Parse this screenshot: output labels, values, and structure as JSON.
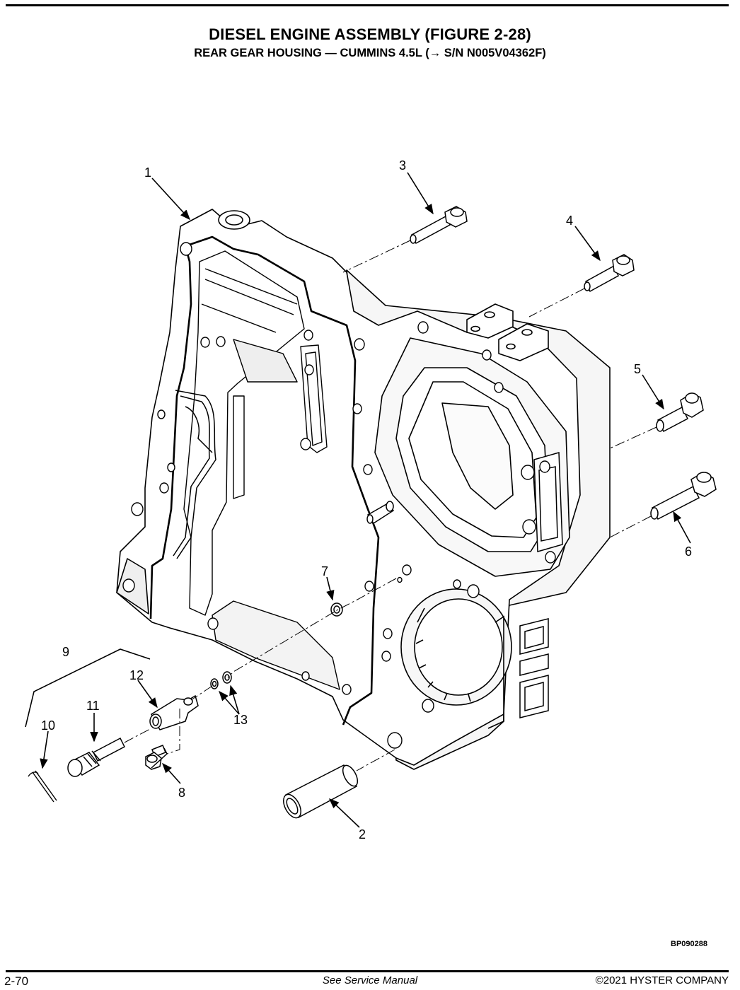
{
  "header": {
    "title": "DIESEL ENGINE ASSEMBLY (FIGURE 2-28)",
    "subtitle": "REAR GEAR HOUSING — CUMMINS 4.5L  (→ S/N N005V04362F)"
  },
  "callouts": {
    "c1": "1",
    "c2": "2",
    "c3": "3",
    "c4": "4",
    "c5": "5",
    "c6": "6",
    "c7": "7",
    "c8": "8",
    "c9": "9",
    "c10": "10",
    "c11": "11",
    "c12": "12",
    "c13": "13"
  },
  "figure_code": "BP090288",
  "footer": {
    "page": "2-70",
    "center": "See Service Manual",
    "copyright": "©2021 HYSTER COMPANY"
  }
}
